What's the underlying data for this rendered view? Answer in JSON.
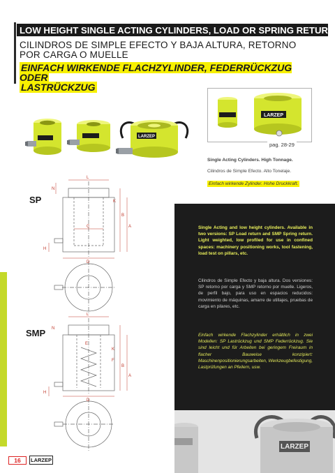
{
  "header": {
    "title_en": "LOW HEIGHT SINGLE ACTING CYLINDERS, LOAD OR  SPRING RETURN",
    "title_es": "CILINDROS DE   SIMPLE EFECTO Y BAJA ALTURA, RETORNO POR CARGA O MUELLE",
    "title_de_line1": "EINFACH  WIRKENDE  FLACHZYLINDER,  FEDERRÜCKZUG  ODER",
    "title_de_line2": "LASTRÜCKZUG"
  },
  "photo_box": {
    "page_ref": "pag. 28-29",
    "brand": "LARZEP"
  },
  "captions": {
    "en": "Single Acting Cylinders. High Tonnage.",
    "es": "Cilindros de Simple Efecto. Alto Tonelaje.",
    "de": "Einfach wirkende Zylinder. Hohe Druckkraft."
  },
  "models": {
    "sp": "SP",
    "smp": "SMP"
  },
  "drawing_labels": {
    "L": "L",
    "N": "N",
    "H": "H",
    "B": "B",
    "A": "A",
    "K": "K",
    "F": "F",
    "D": "D",
    "C": "C",
    "E": "E"
  },
  "description": {
    "en": "Single Acting and low height cylinders. Available in two versions: SP Load return and SMP Spring return. Light weighted, low profiled for use in confined spaces: machinery positioning works, tool fastening, load test on pillars, etc.",
    "es": "Cilindros de Simple Efecto y baja altura. Dos versiones: SP retorno por carga y SMP retorno por muelle. Ligeros, de perfil bajo, para uso en espacios reducidos: movimiento de máquinas, amarre de utillajes, pruebas de carga en pilares, etc.",
    "de": "Einfach wirkende Flachzylinder erhältlich in zwei Modellen: SP Lastrückzug und SMP Federrückzug. Sie sind leicht und für Arbeiten bei geringem Freiraum in flacher Bauweise konzipiert: Maschinenpositionierungsarbeiten, Werkzeugbefestigung, Lastprüfungen an Pfeilern, usw."
  },
  "footer": {
    "page_number": "16",
    "logo": "LARZEP"
  },
  "colors": {
    "lime": "#c4d92a",
    "cylinder_body": "#d8e832",
    "highlight": "#f7f000",
    "dark_panel": "#1c1c1c",
    "drawing_line": "#c0392b"
  }
}
